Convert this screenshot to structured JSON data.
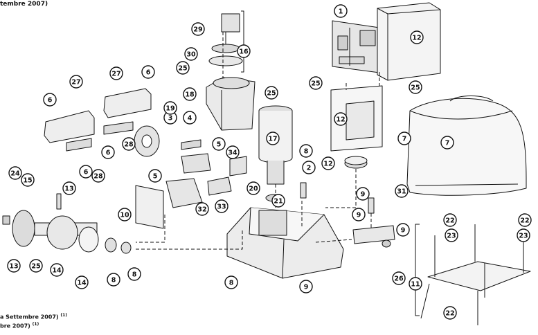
{
  "notes": {
    "top": "tembre 2007)",
    "bottom_1": "a Settembre 2007)",
    "bottom_1_sup": "(1)",
    "bottom_2": "bre 2007)",
    "bottom_2_sup": "(1)"
  },
  "callouts": [
    "1",
    "2",
    "3",
    "4",
    "5",
    "5",
    "6",
    "6",
    "6",
    "6",
    "7",
    "7",
    "8",
    "8",
    "8",
    "8",
    "9",
    "9",
    "9",
    "9",
    "10",
    "11",
    "12",
    "12",
    "12",
    "13",
    "13",
    "14",
    "14",
    "15",
    "16",
    "17",
    "18",
    "19",
    "20",
    "21",
    "22",
    "22",
    "22",
    "23",
    "23",
    "24",
    "25",
    "25",
    "25",
    "25",
    "25",
    "26",
    "27",
    "27",
    "28",
    "28",
    "29",
    "30",
    "31",
    "32",
    "33",
    "34"
  ],
  "colors": {
    "line": "#111111",
    "part_fill": "#f2f2f2",
    "part_shade": "#d9d9d9",
    "background": "#ffffff"
  }
}
